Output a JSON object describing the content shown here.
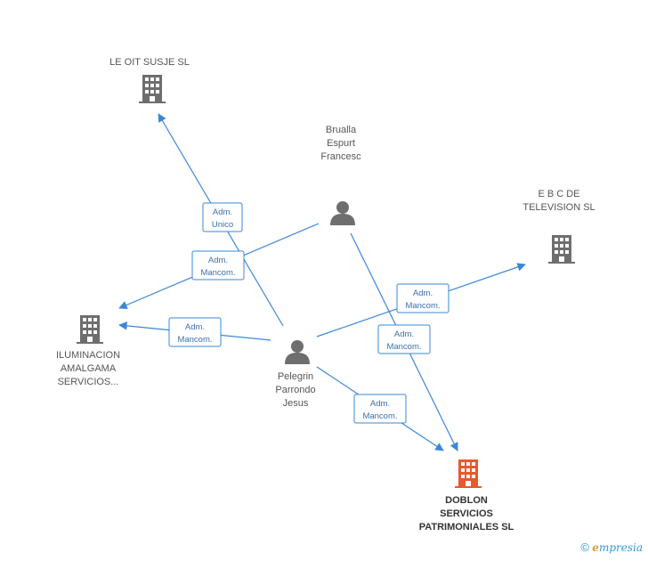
{
  "nodes": [
    {
      "id": "leoit",
      "type": "company",
      "lines": [
        "LE OIT SUSJE SL"
      ],
      "highlight": false
    },
    {
      "id": "ebc",
      "type": "company",
      "lines": [
        "E B C DE",
        "TELEVISION  SL"
      ],
      "highlight": false
    },
    {
      "id": "ilum",
      "type": "company",
      "lines": [
        "ILUMINACION",
        "AMALGAMA",
        "SERVICIOS..."
      ],
      "highlight": false
    },
    {
      "id": "doblon",
      "type": "company",
      "lines": [
        "DOBLON",
        "SERVICIOS",
        "PATRIMONIALES SL"
      ],
      "highlight": true
    },
    {
      "id": "brualla",
      "type": "person",
      "lines": [
        "Brualla",
        "Espurt",
        "Francesc"
      ],
      "highlight": false
    },
    {
      "id": "pelegrin",
      "type": "person",
      "lines": [
        "Pelegrin",
        "Parrondo",
        "Jesus"
      ],
      "highlight": false
    }
  ],
  "edges": [
    {
      "from": "pelegrin",
      "to": "leoit",
      "role": [
        "Adm.",
        "Unico"
      ]
    },
    {
      "from": "brualla",
      "to": "ilum",
      "role": [
        "Adm.",
        "Mancom."
      ]
    },
    {
      "from": "pelegrin",
      "to": "ilum",
      "role": [
        "Adm.",
        "Mancom."
      ]
    },
    {
      "from": "pelegrin",
      "to": "ebc",
      "role": [
        "Adm.",
        "Mancom."
      ]
    },
    {
      "from": "brualla",
      "to": "doblon",
      "role": [
        "Adm.",
        "Mancom."
      ]
    },
    {
      "from": "pelegrin",
      "to": "doblon",
      "role": [
        "Adm.",
        "Mancom."
      ]
    }
  ],
  "colors": {
    "edge": "#3a87d9",
    "company": "#6e6e6e",
    "company_highlight": "#e8592c",
    "person": "#6e6e6e"
  },
  "footer": {
    "copyright": "©",
    "brand_initial": "e",
    "brand_rest": "mpresia"
  }
}
